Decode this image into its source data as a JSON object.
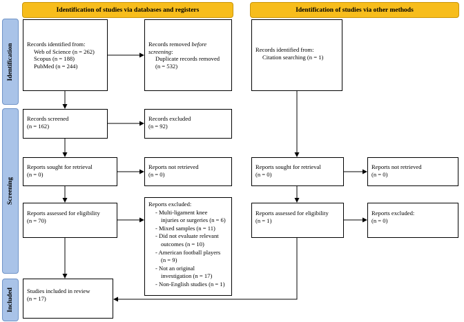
{
  "headers": {
    "left": "Identification of studies via databases and registers",
    "right": "Identification of studies via other methods"
  },
  "phases": {
    "identification": "Identification",
    "screening": "Screening",
    "included": "Included"
  },
  "db": {
    "identified": {
      "title": "Records identified from:",
      "items": [
        "Web of Science (n = 262)",
        "Scopus (n = 188)",
        "PubMed (n = 244)"
      ]
    },
    "removed": {
      "title_a": "Records removed ",
      "title_b": "before",
      "title_c": "screening",
      "title_d": ":",
      "item": "Duplicate records removed",
      "item_n": "(n = 532)"
    },
    "screened": {
      "title": "Records screened",
      "n": "(n = 162)"
    },
    "excluded": {
      "title": "Records excluded",
      "n": "(n = 92)"
    },
    "sought": {
      "title": "Reports sought for retrieval",
      "n": "(n = 0)"
    },
    "not_retrieved": {
      "title": "Reports not retrieved",
      "n": "(n = 0)"
    },
    "assessed": {
      "title": "Reports assessed for eligibility",
      "n": "(n = 70)"
    },
    "reports_excluded": {
      "title": "Reports excluded:",
      "lines": [
        "- Multi-ligament knee",
        "injuries or surgeries (n = 6)",
        "- Mixed samples (n = 11)",
        "- Did not evaluate relevant",
        "outcomes (n = 10)",
        "- American football players",
        "(n = 9)",
        "- Not an original",
        "investigation (n = 17)",
        "- Non-English studies (n = 1)"
      ]
    },
    "included": {
      "title": "Studies included in review",
      "n": "(n = 17)"
    }
  },
  "other": {
    "identified": {
      "title": "Records identified from:",
      "item": "Citation searching (n = 1)"
    },
    "sought": {
      "title": "Reports sought for retrieval",
      "n": "(n = 0)"
    },
    "not_retrieved": {
      "title": "Reports not retrieved",
      "n": "(n = 0)"
    },
    "assessed": {
      "title": "Reports assessed for eligibility",
      "n": "(n = 1)"
    },
    "excluded": {
      "title": "Reports excluded:",
      "n": "(n = 0)"
    }
  },
  "colors": {
    "header_fill": "#f7bd1c",
    "phase_fill": "#a9c3e8",
    "line": "#000000"
  }
}
